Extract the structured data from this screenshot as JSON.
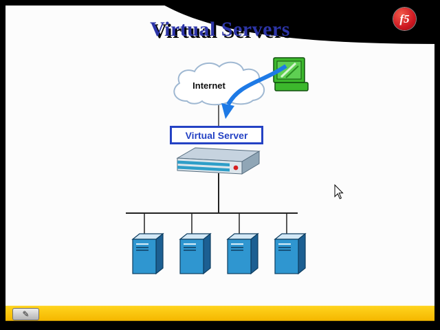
{
  "slide": {
    "title": "Virtual Servers"
  },
  "logo": {
    "text": "f5"
  },
  "diagram": {
    "internet_label": "Internet",
    "virtual_server_label": "Virtual Server",
    "server_count": 4
  },
  "toolbar": {
    "pen_glyph": "✎"
  },
  "colors": {
    "title_blue": "#2d35a8",
    "virtual_server_blue": "#2442c4",
    "arrow_blue": "#1e7ae6",
    "server_front_blue": "#2f96d0",
    "server_side_blue": "#1c5f92",
    "computer_green": "#3cb82c",
    "bottom_bar_yellow": "#f9c400",
    "logo_red": "#cc1620",
    "background_black": "#000000",
    "slide_white": "#fcfcfc"
  }
}
